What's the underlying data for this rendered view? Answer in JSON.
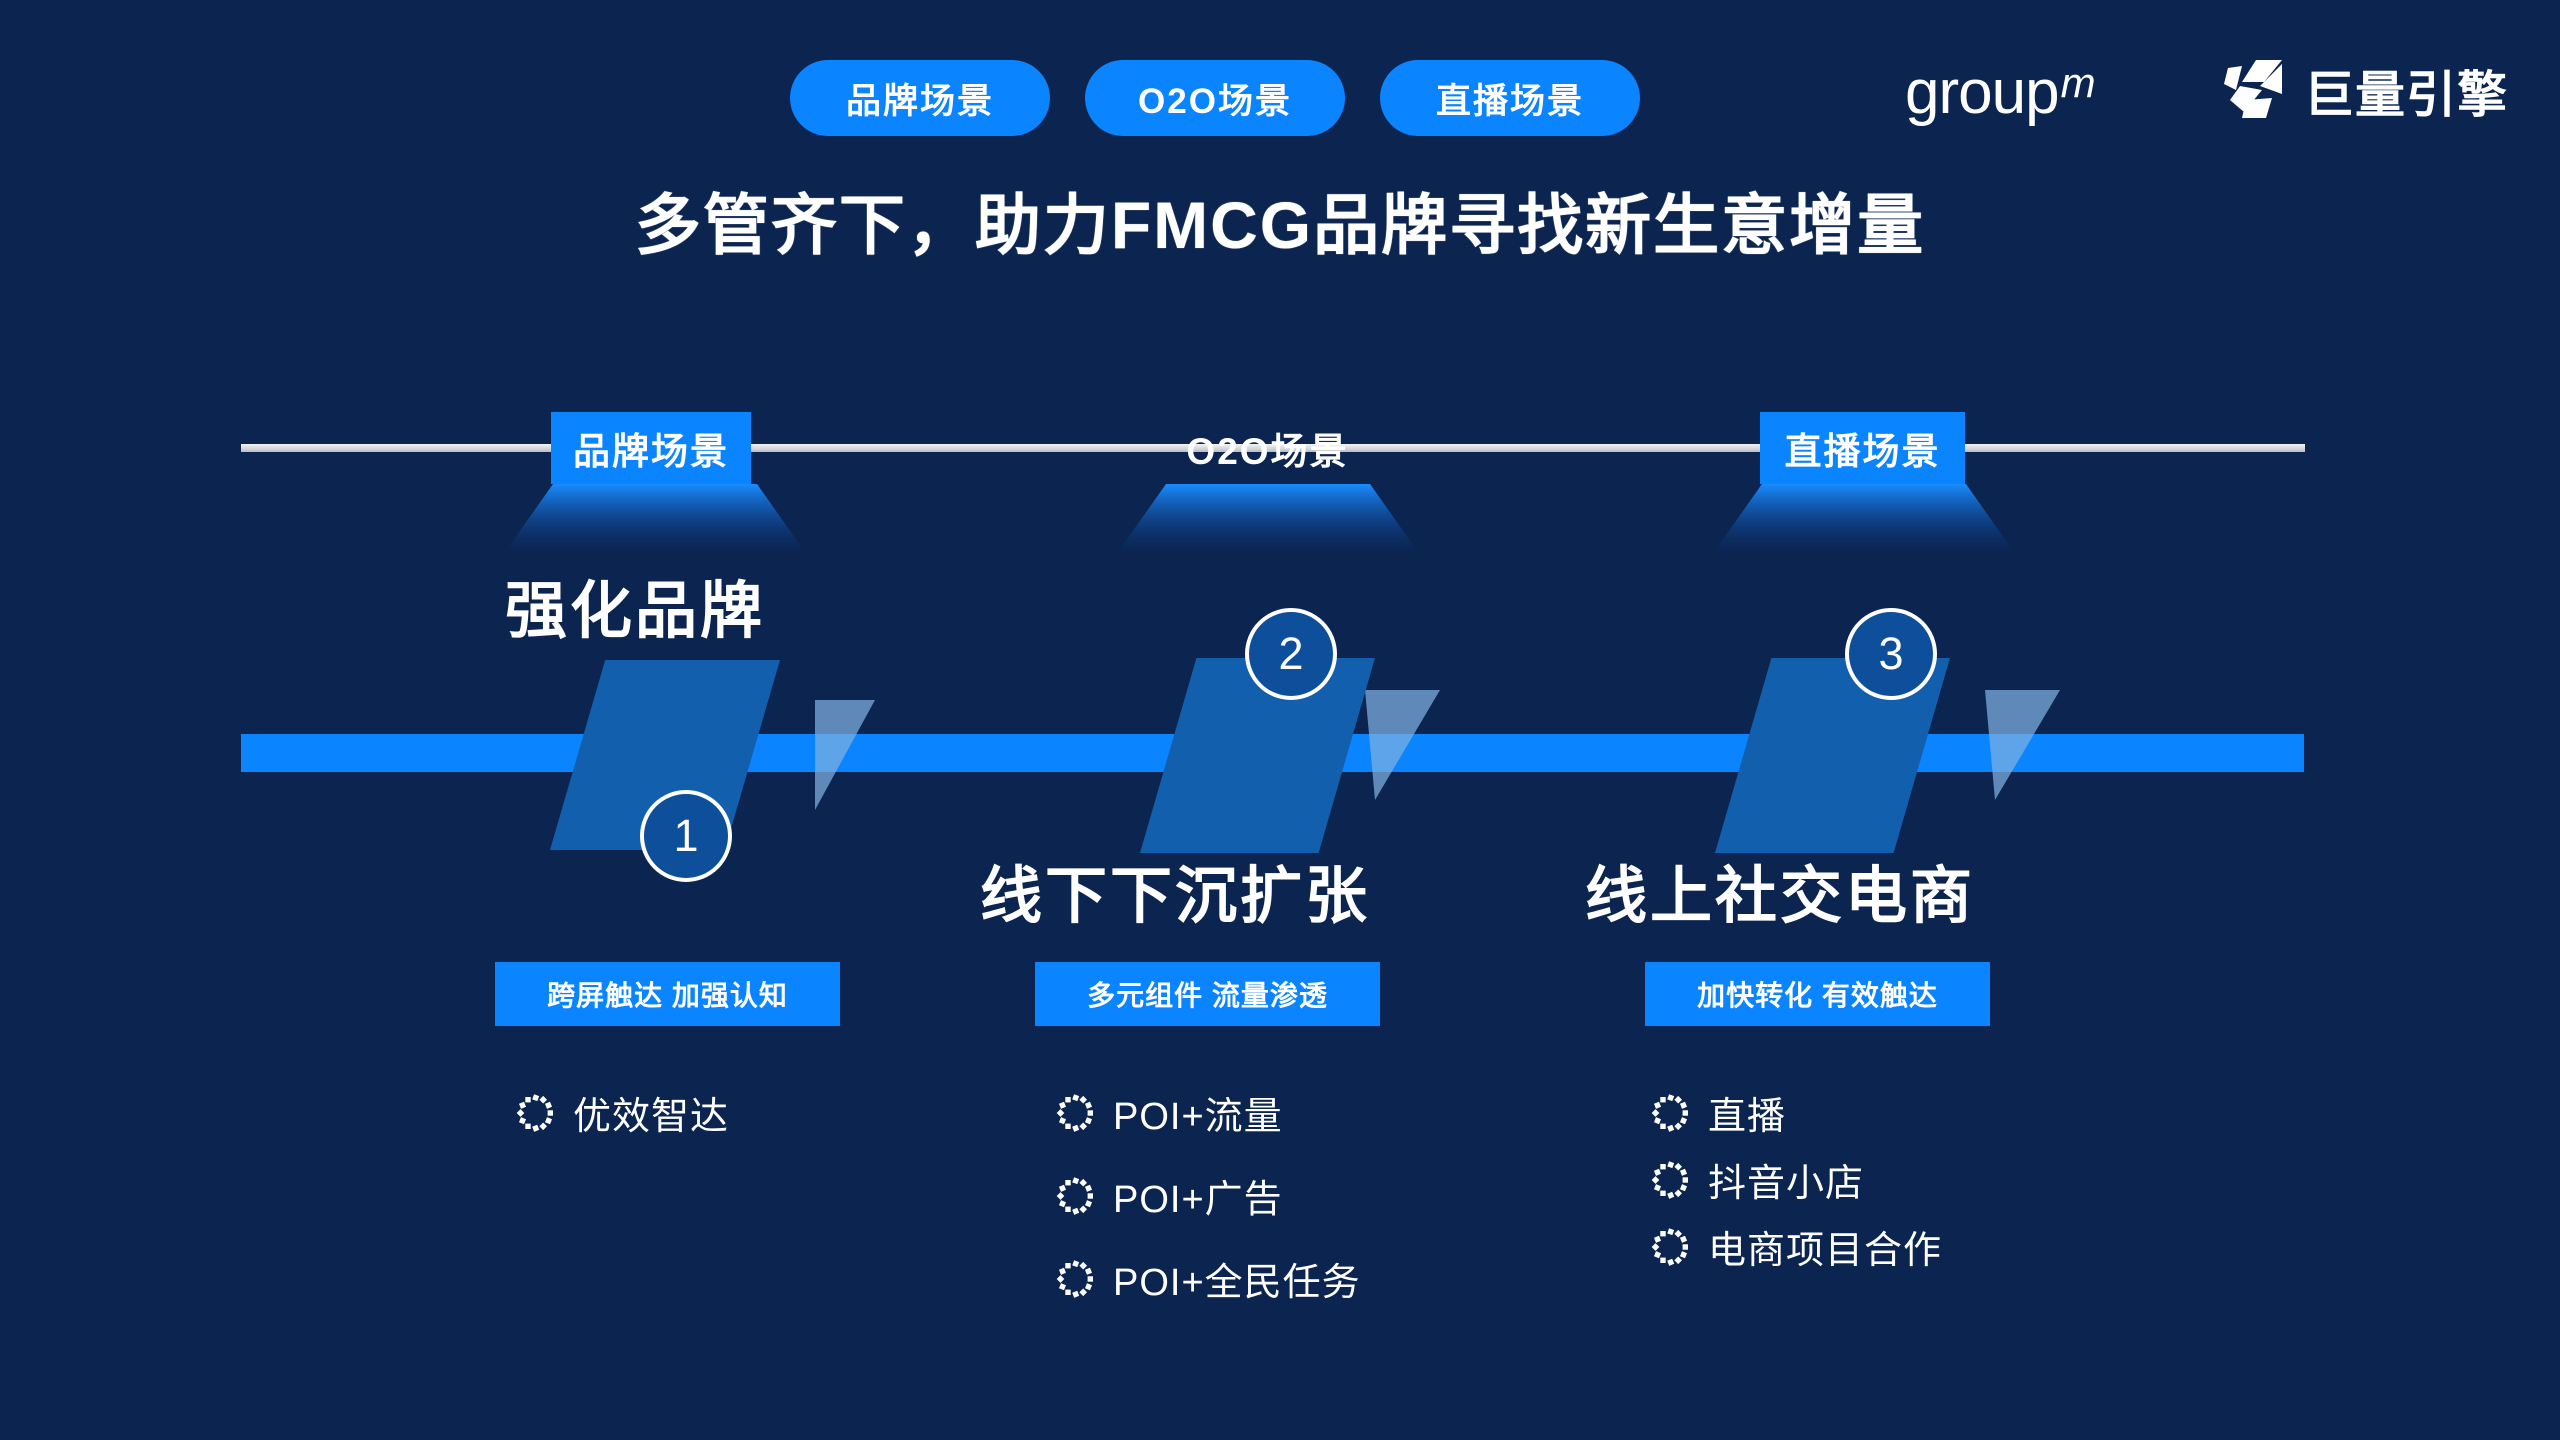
{
  "page": {
    "background_color": "#0b2450",
    "accent_color": "#0a84ff",
    "mid_blue": "#1260ad",
    "circle_fill": "#0d4f9b",
    "line_color": "#d8dbe0"
  },
  "header": {
    "pills": [
      {
        "label": "品牌场景"
      },
      {
        "label": "O2O场景"
      },
      {
        "label": "直播场景"
      }
    ],
    "logos": {
      "groupm": {
        "word": "group",
        "sup": "m"
      },
      "ocean": {
        "word": "巨量引擎",
        "mark": "ocean-engine-icon"
      }
    }
  },
  "title": "多管齐下，助力FMCG品牌寻找新生意增量",
  "timeline": {
    "scenes": [
      {
        "label": "品牌场景",
        "boxed": true
      },
      {
        "label": "O2O场景",
        "boxed": false
      },
      {
        "label": "直播场景",
        "boxed": true
      }
    ]
  },
  "columns": [
    {
      "number": "1",
      "heading": "强化品牌",
      "tag": "跨屏触达 加强认知",
      "bullets": [
        {
          "icon": "dashed-circle-icon",
          "label": "优效智达"
        }
      ]
    },
    {
      "number": "2",
      "heading": "线下下沉扩张",
      "tag": "多元组件 流量渗透",
      "bullets": [
        {
          "icon": "dashed-circle-icon",
          "label": "POI+流量"
        },
        {
          "icon": "dashed-circle-icon",
          "label": "POI+广告"
        },
        {
          "icon": "dashed-circle-icon",
          "label": "POI+全民任务"
        }
      ]
    },
    {
      "number": "3",
      "heading": "线上社交电商",
      "tag": "加快转化 有效触达",
      "bullets": [
        {
          "icon": "dashed-circle-icon",
          "label": "直播"
        },
        {
          "icon": "dashed-circle-icon",
          "label": "抖音小店"
        },
        {
          "icon": "dashed-circle-icon",
          "label": "电商项目合作"
        }
      ]
    }
  ]
}
